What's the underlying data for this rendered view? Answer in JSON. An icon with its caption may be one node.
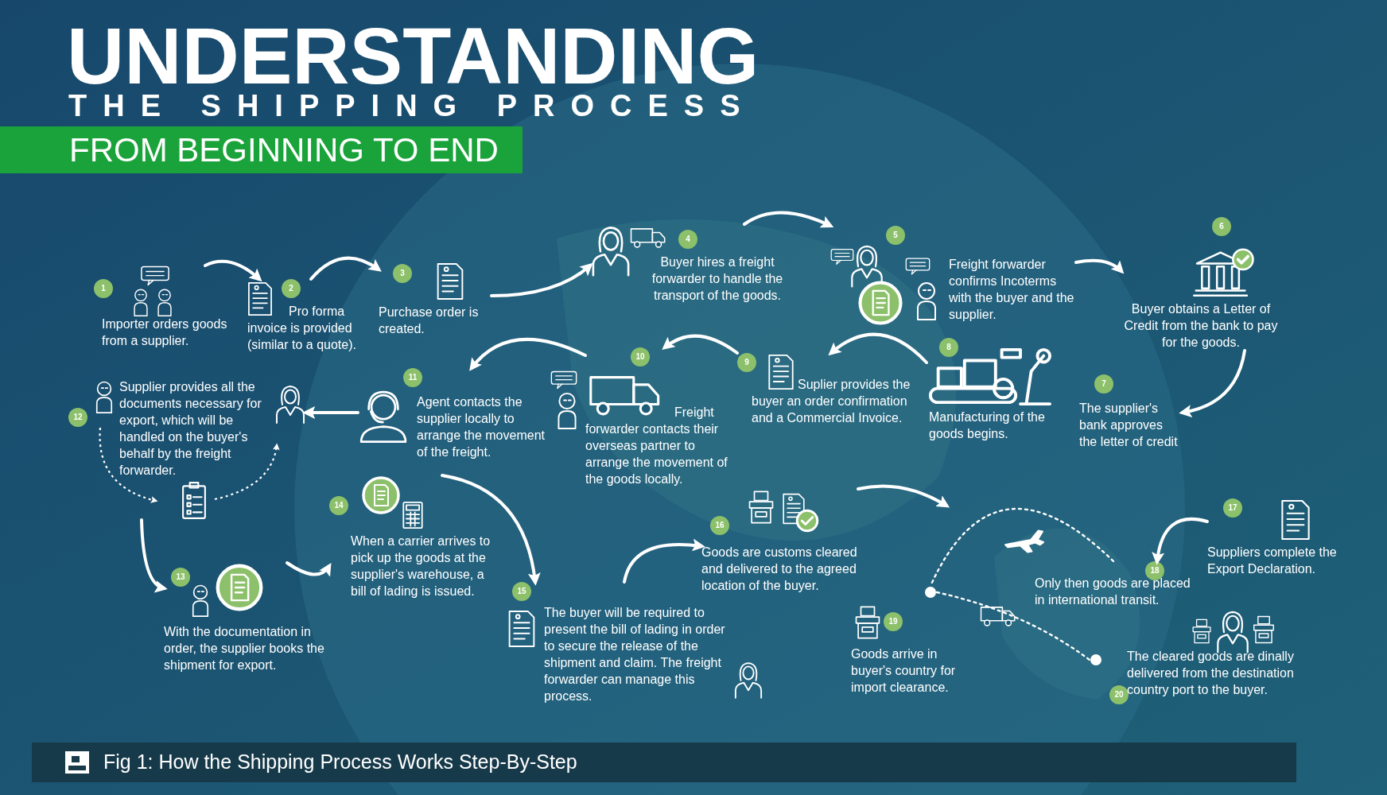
{
  "diagram": {
    "title": "UNDERSTANDING",
    "caption": "Fig 1: How the Shipping Process Works Step-By-Step",
    "labels": [
      "THE SHIPPING PROCESS",
      "FROM BEGINNING TO END"
    ],
    "nodes": [
      {
        "text": [
          "1",
          "Importer orders goods from a supplier."
        ]
      },
      {
        "text": [
          "2",
          "Pro forma invoice is provided (similar to a quote)."
        ]
      },
      {
        "text": [
          "3",
          "Purchase order is created."
        ]
      },
      {
        "text": [
          "4",
          "Buyer hires a freight forwarder to handle the transport of the goods."
        ]
      },
      {
        "text": [
          "5",
          "Freight forwarder confirms Incoterms with the buyer and the supplier."
        ]
      },
      {
        "text": [
          "6",
          "Buyer obtains a Letter of Credit from the bank to pay for the goods."
        ]
      },
      {
        "text": [
          "7",
          "The supplier's bank approves the letter of credit"
        ]
      },
      {
        "text": [
          "8",
          "Manufacturing of the goods begins."
        ]
      },
      {
        "text": [
          "9",
          "Suplier provides the buyer an order confirmation and a Commercial Invoice."
        ]
      },
      {
        "text": [
          "10",
          "Freight forwarder contacts their overseas partner to arrange the movement of the goods locally."
        ]
      },
      {
        "text": [
          "11",
          "Agent contacts the supplier locally to arrange the movement of the freight."
        ]
      },
      {
        "text": [
          "12",
          "Supplier provides all the documents necessary for export, which will be handled on the buyer's behalf by the freight forwarder."
        ]
      },
      {
        "text": [
          "13",
          "With the documentation in order, the supplier books the shipment for export."
        ]
      },
      {
        "text": [
          "14",
          "When a carrier arrives to pick up the goods at the supplier's warehouse, a bill of lading is issued."
        ]
      },
      {
        "text": [
          "15",
          "The buyer will be required to present the bill of lading in order to secure the release of the shipment and claim. The freight forwarder can manage this process."
        ]
      },
      {
        "text": [
          "16",
          "Goods are customs cleared and delivered to the agreed location of the buyer."
        ]
      },
      {
        "text": [
          "17",
          "Suppliers complete the Export Declaration."
        ]
      },
      {
        "text": [
          "18",
          "Only then goods are placed in international transit."
        ]
      },
      {
        "text": [
          "19",
          "Goods arrive in buyer's country for import clearance."
        ]
      },
      {
        "text": [
          "20",
          "The cleared goods are dinally delivered from the destination country port to the buyer."
        ]
      },
      {
        "text": [],
        "shape": "circle"
      },
      {
        "text": [],
        "shape": "circle"
      }
    ],
    "edges": [
      {
        "from": 0,
        "to": 1,
        "arrow": "to"
      },
      {
        "from": 1,
        "to": 2,
        "arrow": "to"
      },
      {
        "from": 2,
        "to": 3,
        "arrow": "to"
      },
      {
        "from": 3,
        "to": 4,
        "arrow": "to"
      },
      {
        "from": 4,
        "to": 5,
        "arrow": "to"
      },
      {
        "from": 5,
        "to": 6,
        "arrow": "to"
      },
      {
        "from": 7,
        "to": 8,
        "arrow": "to"
      },
      {
        "from": 8,
        "to": 9,
        "arrow": "to"
      },
      {
        "from": 9,
        "to": 10,
        "arrow": "to"
      },
      {
        "from": 10,
        "to": 11,
        "arrow": "to"
      },
      {
        "from": 11,
        "to": 12,
        "arrow": "to"
      },
      {
        "from": 12,
        "to": 13,
        "arrow": "to"
      },
      {
        "from": 13,
        "to": 14,
        "arrow": "to"
      },
      {
        "from": 14,
        "to": 15,
        "arrow": "to"
      },
      {
        "from": 15,
        "to": null,
        "arrow": "to"
      },
      {
        "from": 16,
        "to": 17,
        "arrow": "to"
      },
      {
        "from": 17,
        "to": 20,
        "arrow": "none",
        "style": "dashed"
      },
      {
        "from": 20,
        "to": 21,
        "arrow": "none",
        "style": "dashed"
      }
    ]
  }
}
